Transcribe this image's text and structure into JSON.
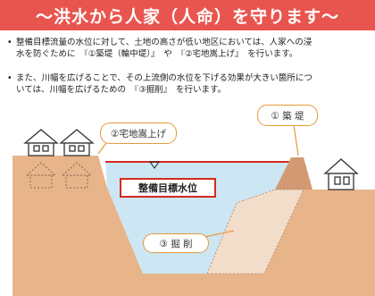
{
  "title": "〜洪水から人家（人命）を守ります〜",
  "bullets": [
    {
      "marker": "•",
      "line1": "整備目標流量の水位に対して、土地の高さが低い地区においては、人家への浸",
      "line2": "水を防ぐために　『①築堤（輪中堤）』　や　『②宅地嵩上げ』　を行います。"
    },
    {
      "marker": "•",
      "line1": "また、川幅を広げることで、その上流側の水位を下げる効果が大きい箇所につ",
      "line2": "いては、川幅を広げるための　『③掘削』　を行います。"
    }
  ],
  "labels": {
    "embankment": "① 築 堤",
    "raising": "②宅地嵩上げ",
    "target_water_level": "整備目標水位",
    "excavation": "③ 掘 削"
  },
  "colors": {
    "banner": "#e8554e",
    "ground": "#e8b48a",
    "water": "#cce6f4",
    "water_line": "#d6291f",
    "callout_border": "#e79a3a"
  }
}
